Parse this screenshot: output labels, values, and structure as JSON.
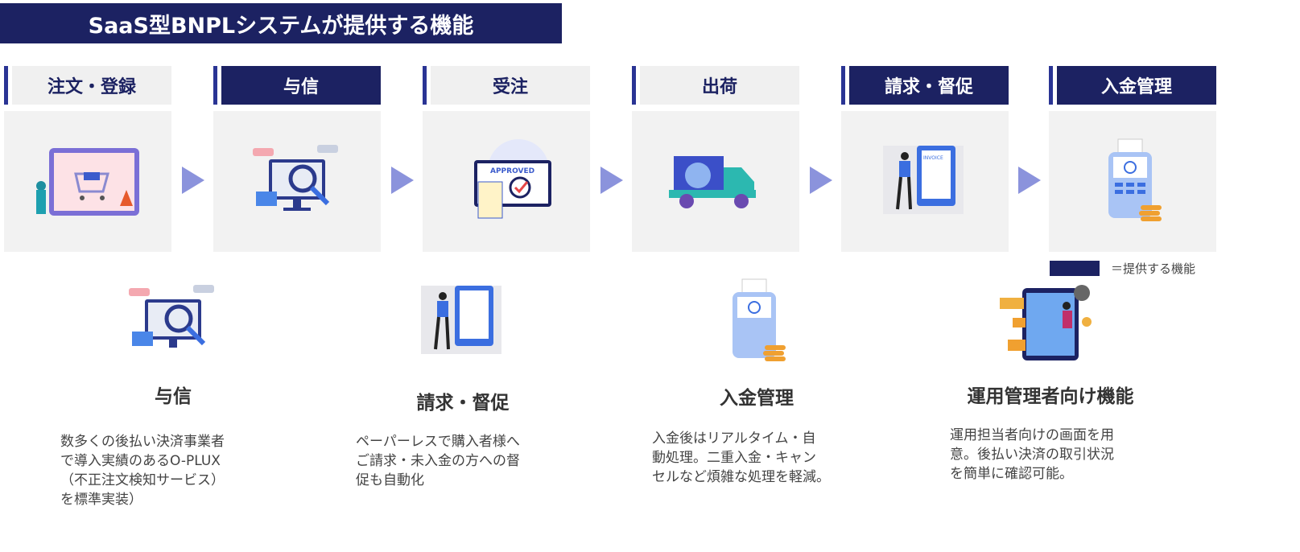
{
  "title": "SaaS型BNPLシステムが提供する機能",
  "steps": [
    {
      "label": "注文・登録",
      "provided": false,
      "icon": "shopping-cart-illustration"
    },
    {
      "label": "与信",
      "provided": true,
      "icon": "credit-check-monitor-illustration"
    },
    {
      "label": "受注",
      "provided": false,
      "icon": "approved-order-illustration"
    },
    {
      "label": "出荷",
      "provided": false,
      "icon": "delivery-truck-illustration"
    },
    {
      "label": "請求・督促",
      "provided": true,
      "icon": "invoice-illustration"
    },
    {
      "label": "入金管理",
      "provided": true,
      "icon": "payment-terminal-illustration"
    }
  ],
  "legend": {
    "label": "＝提供する機能",
    "color": "#1c2262"
  },
  "features": [
    {
      "title": "与信",
      "desc": "数多くの後払い決済事業者\nで導入実績のあるO-PLUX\n（不正注文検知サービス）\nを標準実装）"
    },
    {
      "title": "請求・督促",
      "desc": "ペーパーレスで購入者様へ\nご請求・未入金の方への督\n促も自動化"
    },
    {
      "title": "入金管理",
      "desc": "入金後はリアルタイム・自\n動処理。二重入金・キャン\nセルなど煩雑な処理を軽減。"
    },
    {
      "title": "運用管理者向け機能",
      "desc": "運用担当者向けの画面を用\n意。後払い決済の取引状況\nを簡単に確認可能。"
    }
  ],
  "colors": {
    "navy": "#1c2262",
    "arrow": "#8b93dc",
    "panel": "#f2f2f2"
  }
}
